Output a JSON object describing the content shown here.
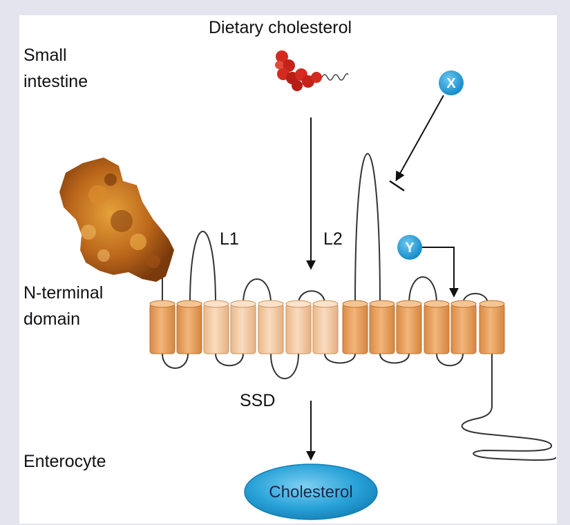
{
  "labels": {
    "dietary_cholesterol": "Dietary cholesterol",
    "small_intestine_line1": "Small",
    "small_intestine_line2": "intestine",
    "n_terminal_line1": "N-terminal",
    "n_terminal_line2": "domain",
    "enterocyte": "Enterocyte",
    "loop1": "L1",
    "loop2": "L2",
    "ssd": "SSD",
    "cholesterol": "Cholesterol"
  },
  "badges": {
    "x": "X",
    "y": "Y"
  },
  "colors": {
    "helix_dark": "#e89a52",
    "helix_light": "#f3c79c",
    "badge": "#1c9bd8",
    "cholesterol_ellipse": "#2aa3d8",
    "molecule": "#d42a20",
    "protein": "#b9651a"
  }
}
